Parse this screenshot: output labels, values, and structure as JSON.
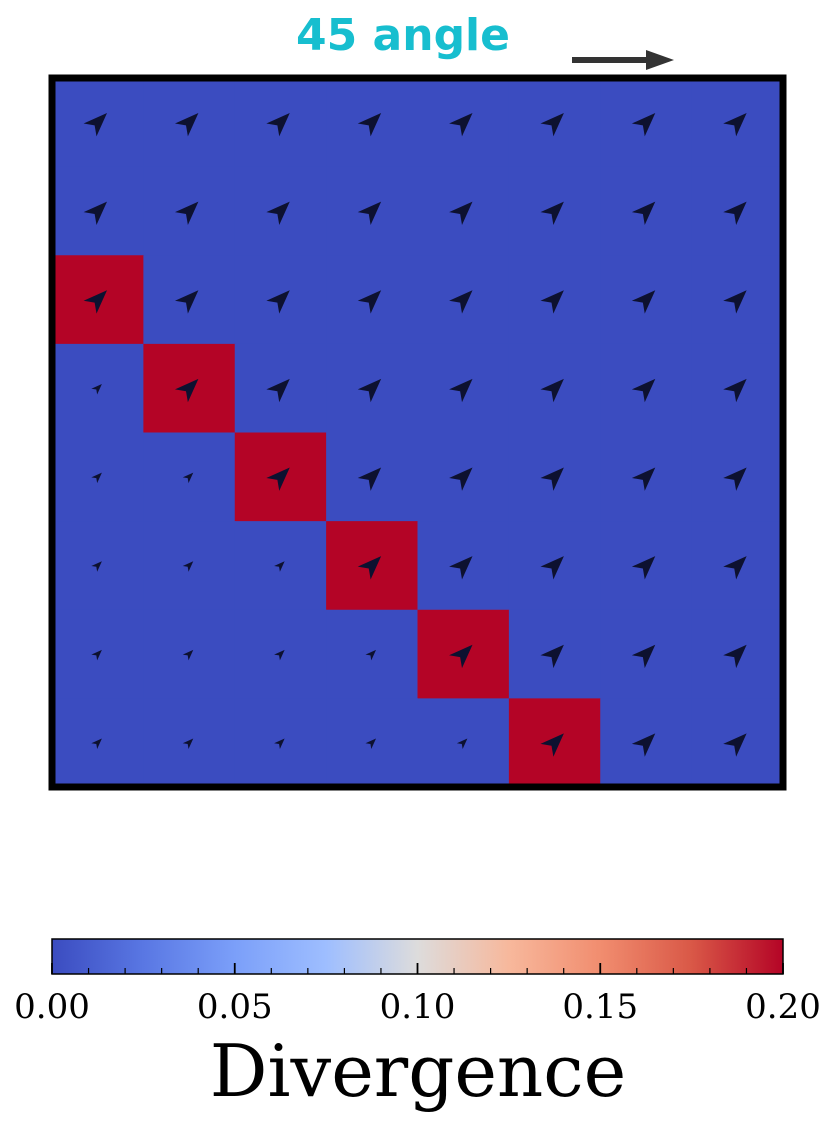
{
  "chart_data": {
    "type": "heatmap",
    "title": "45 angle",
    "grid_size": 8,
    "cell_values": [
      [
        0,
        0,
        0,
        0,
        0,
        0,
        0,
        0
      ],
      [
        0,
        0,
        0,
        0,
        0,
        0,
        0,
        0
      ],
      [
        0.2,
        0,
        0,
        0,
        0,
        0,
        0,
        0
      ],
      [
        0,
        0.2,
        0,
        0,
        0,
        0,
        0,
        0
      ],
      [
        0,
        0,
        0.2,
        0,
        0,
        0,
        0,
        0
      ],
      [
        0,
        0,
        0,
        0.2,
        0,
        0,
        0,
        0
      ],
      [
        0,
        0,
        0,
        0,
        0.2,
        0,
        0,
        0
      ],
      [
        0,
        0,
        0,
        0,
        0,
        0.2,
        0,
        0
      ]
    ],
    "vector_magnitude": [
      [
        1,
        1,
        1,
        1,
        1,
        1,
        1,
        1
      ],
      [
        1,
        1,
        1,
        1,
        1,
        1,
        1,
        1
      ],
      [
        1,
        1,
        1,
        1,
        1,
        1,
        1,
        1
      ],
      [
        0.45,
        1,
        1,
        1,
        1,
        1,
        1,
        1
      ],
      [
        0.45,
        0.45,
        1,
        1,
        1,
        1,
        1,
        1
      ],
      [
        0.45,
        0.45,
        0.45,
        1,
        1,
        1,
        1,
        1
      ],
      [
        0.45,
        0.45,
        0.45,
        0.45,
        1,
        1,
        1,
        1
      ],
      [
        0.45,
        0.45,
        0.45,
        0.45,
        0.45,
        1,
        1,
        1
      ]
    ],
    "vector_angle_deg": 45,
    "reference_arrow_angle_deg": 0,
    "colorbar": {
      "label": "Divergence",
      "range": [
        0.0,
        0.2
      ],
      "ticks": [
        "0.00",
        "0.05",
        "0.10",
        "0.15",
        "0.20"
      ],
      "colormap": "coolwarm",
      "orientation": "horizontal"
    }
  },
  "colors": {
    "title": "#17becf",
    "low": "#3b4cc0",
    "high": "#b40426",
    "arrow": "#0d1130",
    "frame": "#000000"
  }
}
